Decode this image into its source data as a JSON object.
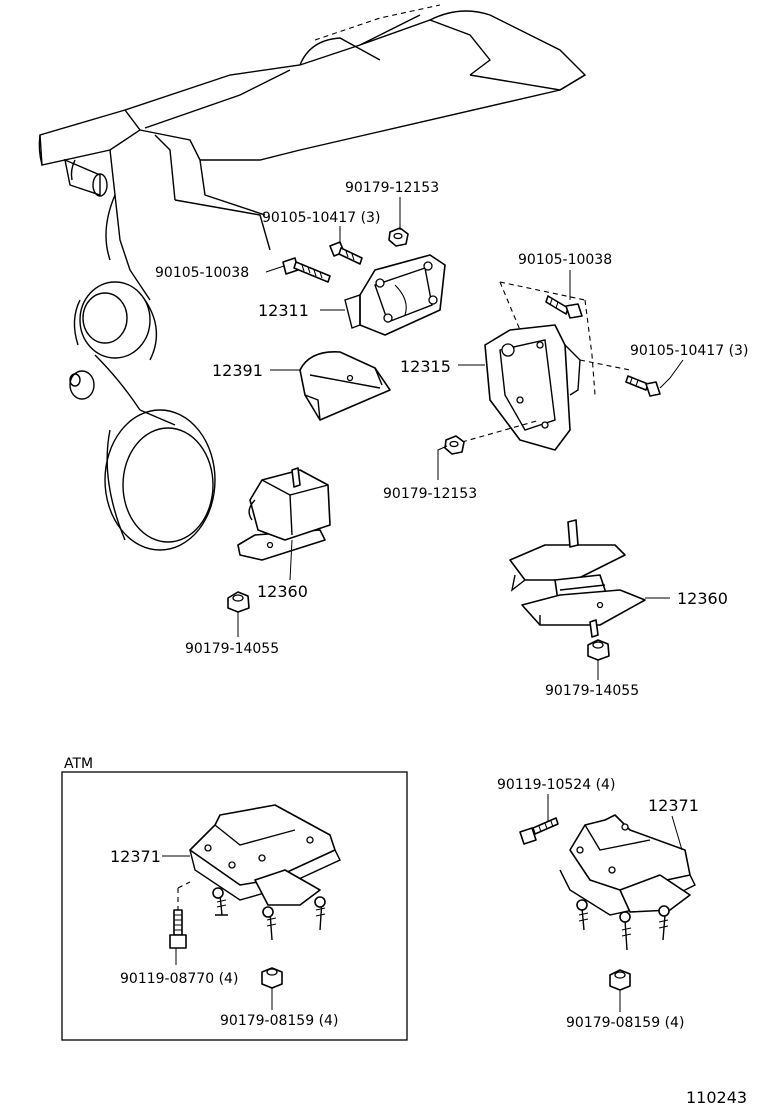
{
  "labels": {
    "upper_nut": "90179-12153",
    "upper_bolt_short": "90105-10417 (3)",
    "upper_bolt_long": "90105-10038",
    "bracket_left": "12311",
    "heat_shield": "12391",
    "bracket_right": "12315",
    "right_bolt_long": "90105-10038",
    "right_bolt_short": "90105-10417 (3)",
    "right_nut": "90179-12153",
    "mount_left": "12360",
    "left_nut": "90179-14055",
    "mount_right": "12360",
    "right_lower_nut": "90179-14055",
    "atm_title": "ATM",
    "atm_mount": "12371",
    "atm_bolt": "90119-08770 (4)",
    "atm_nut": "90179-08159 (4)",
    "rear_bolt": "90119-10524 (4)",
    "rear_mount": "12371",
    "rear_nut": "90179-08159 (4)",
    "figure_number": "110243"
  }
}
